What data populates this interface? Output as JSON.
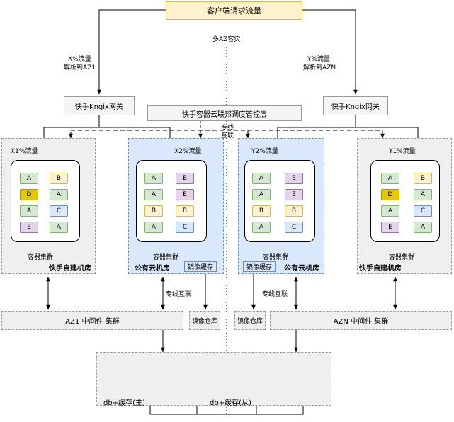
{
  "top": {
    "client_traffic": "客户端请求流量",
    "multi_az": "多AZ容灾"
  },
  "routing": {
    "left_pct": "X%流量",
    "left_resolve": "解析到AZ1",
    "right_pct": "Y%流量",
    "right_resolve": "解析到AZN"
  },
  "gateways": {
    "left": "快手Kngix网关",
    "right": "快手Kngix网关"
  },
  "federation": "快手容器云联邦调度管控层",
  "private_line_interconnect": [
    "专线",
    "互联"
  ],
  "datacenters": [
    {
      "pct": "X1%流量",
      "cluster": "容器集群",
      "room": "快手自建机房",
      "nodes": [
        "A",
        "B",
        "D",
        "A",
        "A",
        "C",
        "E",
        "A"
      ]
    },
    {
      "pct": "X2%流量",
      "cluster": "容器集群",
      "room": "公有云机房",
      "cache": "镜像缓存",
      "nodes": [
        "A",
        "E",
        "A",
        "E",
        "B",
        "B",
        "A",
        "C"
      ]
    },
    {
      "pct": "Y2%流量",
      "cluster": "容器集群",
      "room": "公有云机房",
      "cache": "镜像缓存",
      "nodes": [
        "A",
        "E",
        "A",
        "E",
        "B",
        "B",
        "A",
        "C"
      ]
    },
    {
      "pct": "Y1%流量",
      "cluster": "容器集群",
      "room": "快手自建机房",
      "nodes": [
        "A",
        "B",
        "D",
        "A",
        "A",
        "C",
        "E",
        "A"
      ]
    }
  ],
  "middleware": {
    "az1": "AZ1 中间件 集群",
    "azn": "AZN 中间件 集群",
    "registry_left": "镜像仓库",
    "registry_right": "镜像仓库",
    "line_left": "专线互联",
    "line_right": "专线互联"
  },
  "storage": {
    "primary": "db+缓存(主)",
    "replica": "db+缓存(从)"
  },
  "colors": {
    "node_green": "#d5e8d4",
    "node_purple": "#e1d5e7",
    "node_yellow": "#fff2cc",
    "node_blue": "#dae8fc",
    "node_d": "#e3c800",
    "cloud_bg": "#dae8fc",
    "top_box": "#fff2cc"
  }
}
